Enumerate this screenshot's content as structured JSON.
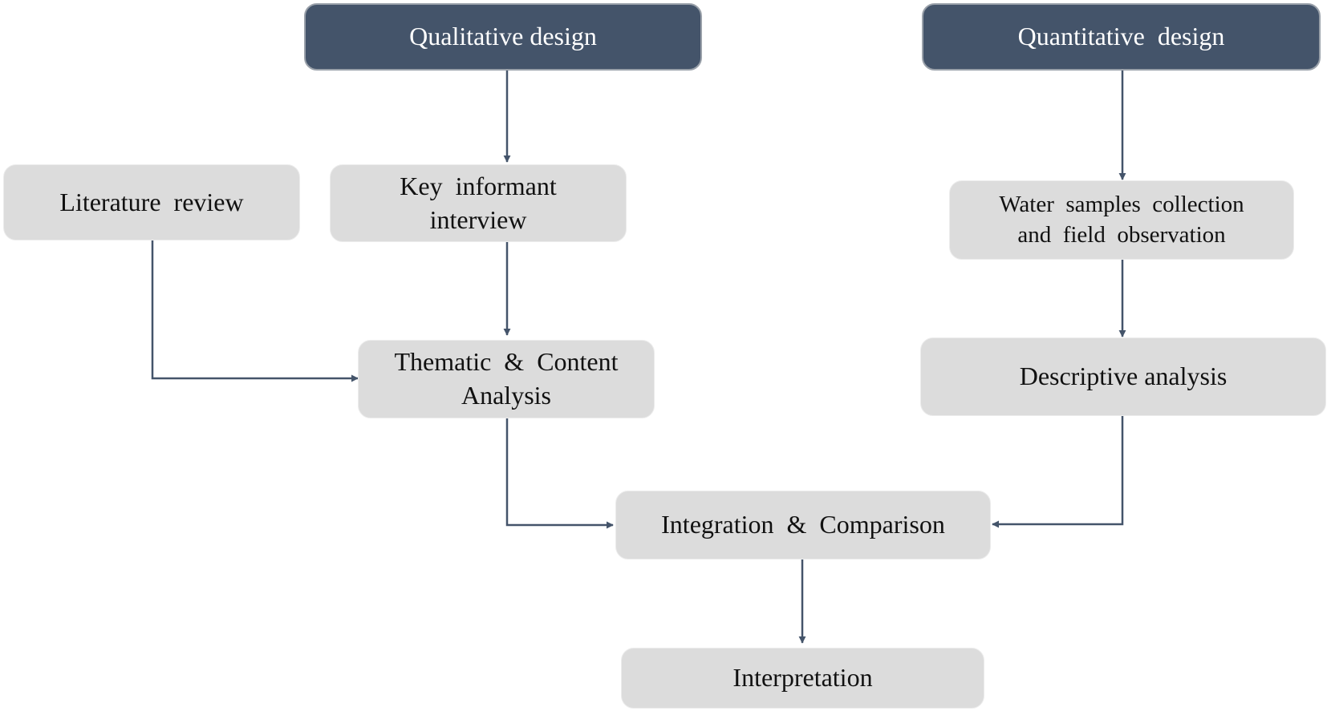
{
  "diagram": {
    "nodes": {
      "qualitative": "Qualitative design",
      "quantitative": "Quantitative  design",
      "literature": "Literature  review",
      "key_informant": "Key  informant\ninterview",
      "water_samples": "Water  samples  collection\nand  field  observation",
      "thematic": "Thematic  &  Content\nAnalysis",
      "descriptive": "Descriptive analysis",
      "integration": "Integration  &  Comparison",
      "interpretation": "Interpretation"
    },
    "edges": [
      {
        "from": "qualitative",
        "to": "key_informant"
      },
      {
        "from": "key_informant",
        "to": "thematic"
      },
      {
        "from": "literature",
        "to": "thematic"
      },
      {
        "from": "quantitative",
        "to": "water_samples"
      },
      {
        "from": "water_samples",
        "to": "descriptive"
      },
      {
        "from": "thematic",
        "to": "integration"
      },
      {
        "from": "descriptive",
        "to": "integration"
      },
      {
        "from": "integration",
        "to": "interpretation"
      }
    ],
    "colors": {
      "header_fill": "#44546a",
      "box_fill": "#dcdcdc",
      "arrow": "#44546a"
    }
  }
}
